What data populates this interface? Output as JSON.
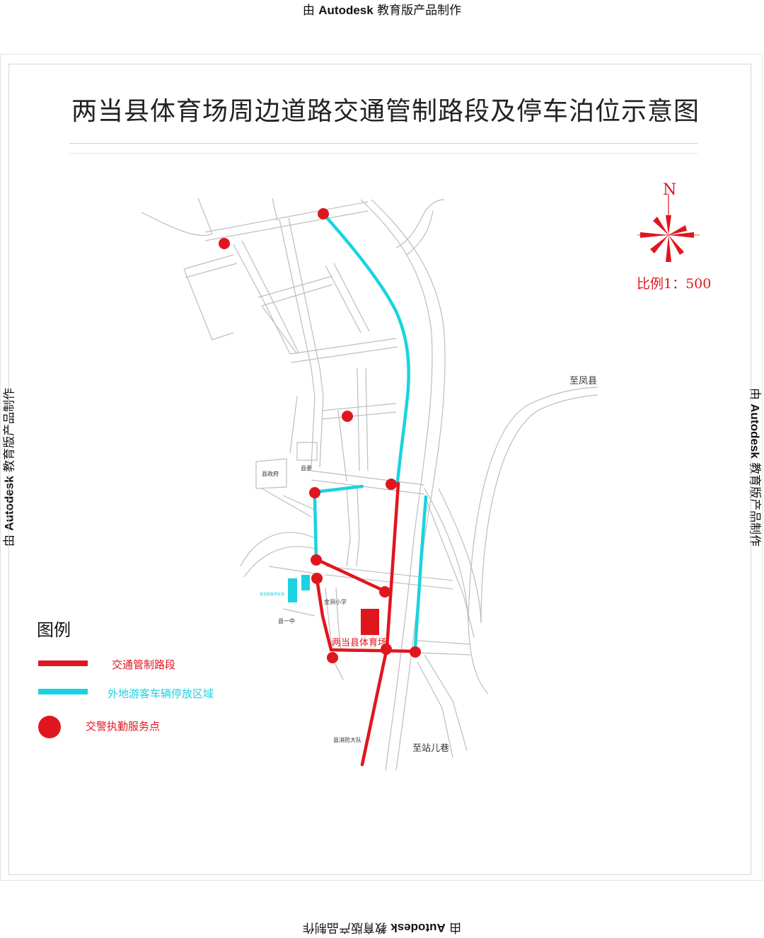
{
  "watermark": {
    "prefix": "由",
    "brand": "Autodesk",
    "suffix": "教育版产品制作"
  },
  "title": "两当县体育场周边道路交通管制路段及停车泊位示意图",
  "compass": {
    "north": "N"
  },
  "scale": "比例1：500",
  "legend": {
    "title": "图例",
    "items": [
      {
        "label": "交通管制路段",
        "color": "#e0161e",
        "symbol": "line"
      },
      {
        "label": "外地游客车辆停放区域",
        "color": "#1ad3e0",
        "symbol": "line"
      },
      {
        "label": "交警执勤服务点",
        "color": "#e0161e",
        "symbol": "dot"
      }
    ]
  },
  "places": {
    "fengxian": "至凤县",
    "zhanerxiang": "至站儿巷",
    "stadium": "两当县体育场",
    "county_gov": "县政府",
    "county_committee": "县委",
    "jintong_school": "金洞小学",
    "no1_middle": "县一中",
    "fire_brigade": "县消防大队",
    "parking_note": "金洞游客停车场"
  },
  "colors": {
    "control": "#e0161e",
    "parking": "#1ad3e0",
    "road": "#b8b8b8"
  }
}
